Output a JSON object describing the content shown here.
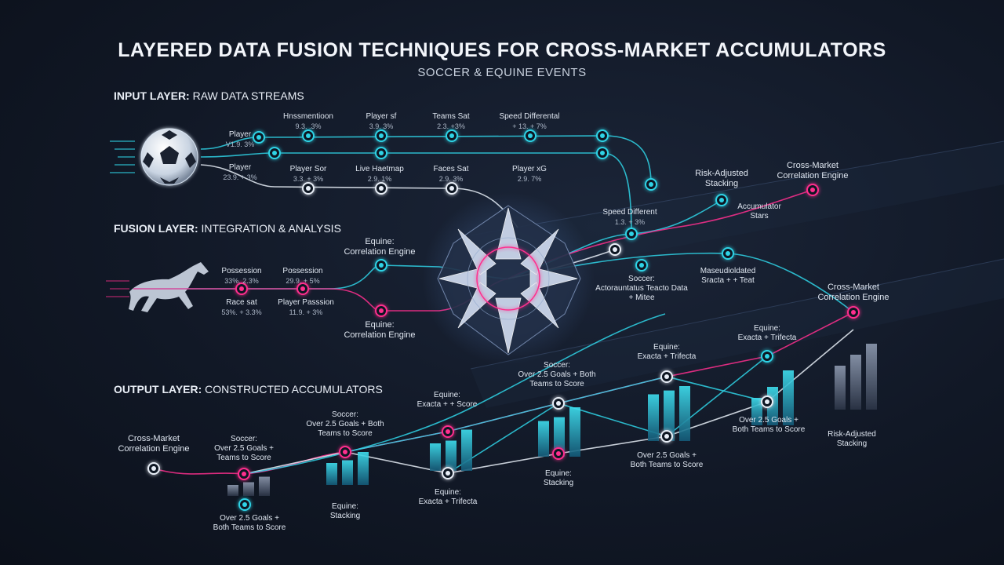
{
  "title": "LAYERED DATA FUSION TECHNIQUES FOR CROSS-MARKET ACCUMULATORS",
  "subtitle": "SOCCER & EQUINE EVENTS",
  "layers": {
    "input": {
      "bold": "INPUT LAYER:",
      "rest": " RAW DATA STREAMS"
    },
    "fusion": {
      "bold": "FUSION LAYER:",
      "rest": " INTEGRATION & ANALYSIS"
    },
    "output": {
      "bold": "OUTPUT LAYER:",
      "rest": " CONSTRUCTED ACCUMULATORS"
    }
  },
  "input_labels": [
    {
      "name": "Player",
      "value": "V1.9. 3%"
    },
    {
      "name": "Player",
      "value": "23.9. + 3%"
    },
    {
      "name": "Hnssmentioon",
      "value": "9.3. .3%"
    },
    {
      "name": "Player sf",
      "value": "3.9. 3%"
    },
    {
      "name": "Teams Sat",
      "value": "2.3. +3%"
    },
    {
      "name": "Speed Differental",
      "value": "+ 13. + 7%"
    },
    {
      "name": "Player Sor",
      "value": "3.3. + 3%"
    },
    {
      "name": "Live Haetmap",
      "value": "2.9. 1%"
    },
    {
      "name": "Faces Sat",
      "value": "2.9. 3%"
    },
    {
      "name": "Player xG",
      "value": "2.9. 7%"
    }
  ],
  "fusion_labels": [
    {
      "name": "Possession",
      "value": "33%. 2.3%"
    },
    {
      "name": "Possession",
      "value": "29.9. + 5%"
    },
    {
      "name": "Race sat",
      "value": "53%. + 3.3%"
    },
    {
      "name": "Player Passsion",
      "value": "11.9. + 3%"
    },
    {
      "name": "Equine:",
      "value": "Correlation Engine"
    },
    {
      "name": "Equine:",
      "value": "Correlation Engine"
    },
    {
      "name": "Speed Different",
      "value": "1.3. + 3%"
    },
    {
      "name": "Soccer:",
      "value": "Actorauntatus Teacto Data + Mitee"
    },
    {
      "name": "Risk-Adjusted",
      "value": "Stacking"
    },
    {
      "name": "Accumulator",
      "value": "Stars"
    },
    {
      "name": "Cross-Market",
      "value": "Correlation Engine"
    },
    {
      "name": "Maseudioldated",
      "value": "Sracta + + Teat"
    },
    {
      "name": "Cross-Market",
      "value": "Correlation Engine"
    }
  ],
  "output_labels": [
    {
      "name": "Cross-Market",
      "value": "Correlation Engine"
    },
    {
      "name": "Soccer:",
      "value": "Over 2.5 Goals + Teams to Score"
    },
    {
      "name": "Over 2.5 Goals +",
      "value": "Both Teams to Score"
    },
    {
      "name": "Soccer:",
      "value": "Over 2.5 Goals + Both Teams to Score"
    },
    {
      "name": "Equine:",
      "value": "Stacking"
    },
    {
      "name": "Equine:",
      "value": "Exacta + + Score"
    },
    {
      "name": "Equine:",
      "value": "Exacta + Trifecta"
    },
    {
      "name": "Soccer:",
      "value": "Over 2.5 Goals + Both Teams to Score"
    },
    {
      "name": "Equine:",
      "value": "Stacking"
    },
    {
      "name": "Equine:",
      "value": "Exacta + Trifecta"
    },
    {
      "name": "Over 2.5 Goals +",
      "value": "Both Teams to Score"
    },
    {
      "name": "Equine:",
      "value": "Exacta + Trifecta"
    },
    {
      "name": "Over 2.5 Goals +",
      "value": "Both Teams to Score"
    },
    {
      "name": "Cross-Market",
      "value": "Correlation Engine"
    },
    {
      "name": "Risk-Adjusted",
      "value": "Stacking"
    }
  ],
  "bars": [
    {
      "values": [
        0.2,
        0.25,
        0.35
      ]
    },
    {
      "values": [
        0.4,
        0.45,
        0.6
      ]
    },
    {
      "values": [
        0.5,
        0.55,
        0.75
      ]
    },
    {
      "values": [
        0.65,
        0.72,
        0.9
      ]
    },
    {
      "values": [
        0.85,
        0.92,
        1.0
      ]
    },
    {
      "values": [
        0.5,
        0.7,
        1.0
      ]
    },
    {
      "values": [
        0.8,
        1.0,
        1.2
      ]
    }
  ],
  "colors": {
    "cyan": "#2fd3e6",
    "pink": "#ff2f8e",
    "white": "#e8eef7",
    "bar": "#28b8d4"
  },
  "icons": [
    "soccer-ball-icon",
    "horse-icon",
    "fusion-star-icon"
  ]
}
